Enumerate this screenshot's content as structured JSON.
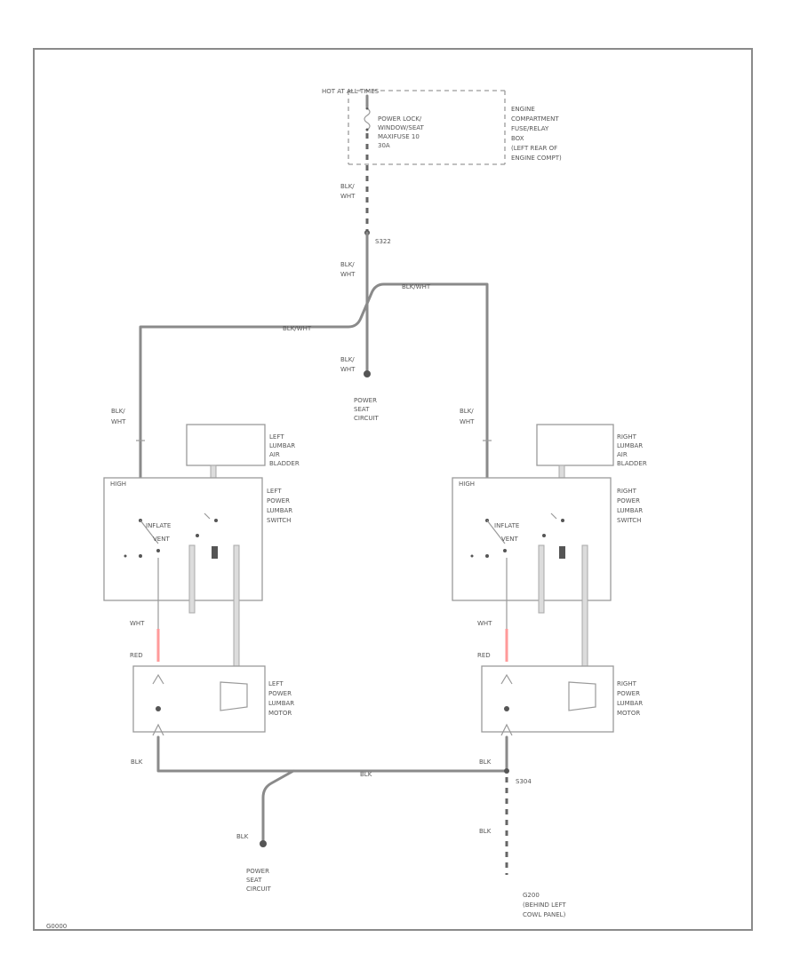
{
  "top": {
    "hot_label": "HOT AT ALL TIMES",
    "fuse_label": [
      "POWER LOCK/",
      "WINDOW/SEAT",
      "MAXIFUSE 10",
      "30A"
    ],
    "location_label": [
      "ENGINE",
      "COMPARTMENT",
      "FUSE/RELAY",
      "BOX",
      "(LEFT REAR OF",
      "ENGINE COMPT)"
    ]
  },
  "wires": {
    "top_wire_1": [
      "BLK/",
      "WHT"
    ],
    "splice_top": "S322",
    "top_wire_2": [
      "BLK/",
      "WHT"
    ],
    "branch_left": "BLK/WHT",
    "branch_right": "BLK/WHT",
    "center_stub": [
      "BLK/",
      "WHT"
    ],
    "left_wire": [
      "BLK/",
      "WHT"
    ],
    "right_wire": [
      "BLK/",
      "WHT"
    ],
    "left_wht": "WHT",
    "left_red": "RED",
    "right_wht": "WHT",
    "right_red": "RED",
    "left_gnd_wire": "BLK",
    "right_gnd_wire": "BLK",
    "bottom_bus": "BLK",
    "ground_stub": "BLK",
    "lower_dashed": "BLK",
    "splice_bottom": "S304"
  },
  "labels": {
    "power_seat_top": [
      "POWER",
      "SEAT",
      "CIRCUIT"
    ],
    "power_seat_bottom": [
      "POWER",
      "SEAT",
      "CIRCUIT"
    ],
    "left_bladder": [
      "LEFT",
      "LUMBAR",
      "AIR",
      "BLADDER"
    ],
    "right_bladder": [
      "RIGHT",
      "LUMBAR",
      "AIR",
      "BLADDER"
    ],
    "left_switch": [
      "LEFT",
      "POWER",
      "LUMBAR",
      "SWITCH"
    ],
    "right_switch": [
      "RIGHT",
      "POWER",
      "LUMBAR",
      "SWITCH"
    ],
    "left_motor": [
      "LEFT",
      "POWER",
      "LUMBAR",
      "MOTOR"
    ],
    "right_motor": [
      "RIGHT",
      "POWER",
      "LUMBAR",
      "MOTOR"
    ],
    "left_switch_tag": "HIGH",
    "right_switch_tag": "HIGH",
    "left_inflate": "INFLATE",
    "left_vent": "VENT",
    "right_inflate": "INFLATE",
    "right_vent": "VENT",
    "ground_location": [
      "G200",
      "(BEHIND LEFT",
      "COWL PANEL)"
    ],
    "figure_number": "G0000"
  },
  "colors": {
    "wire": "#8a8a8a",
    "red_wire": "#ff9a9a",
    "outline": "#9a9a9a"
  }
}
